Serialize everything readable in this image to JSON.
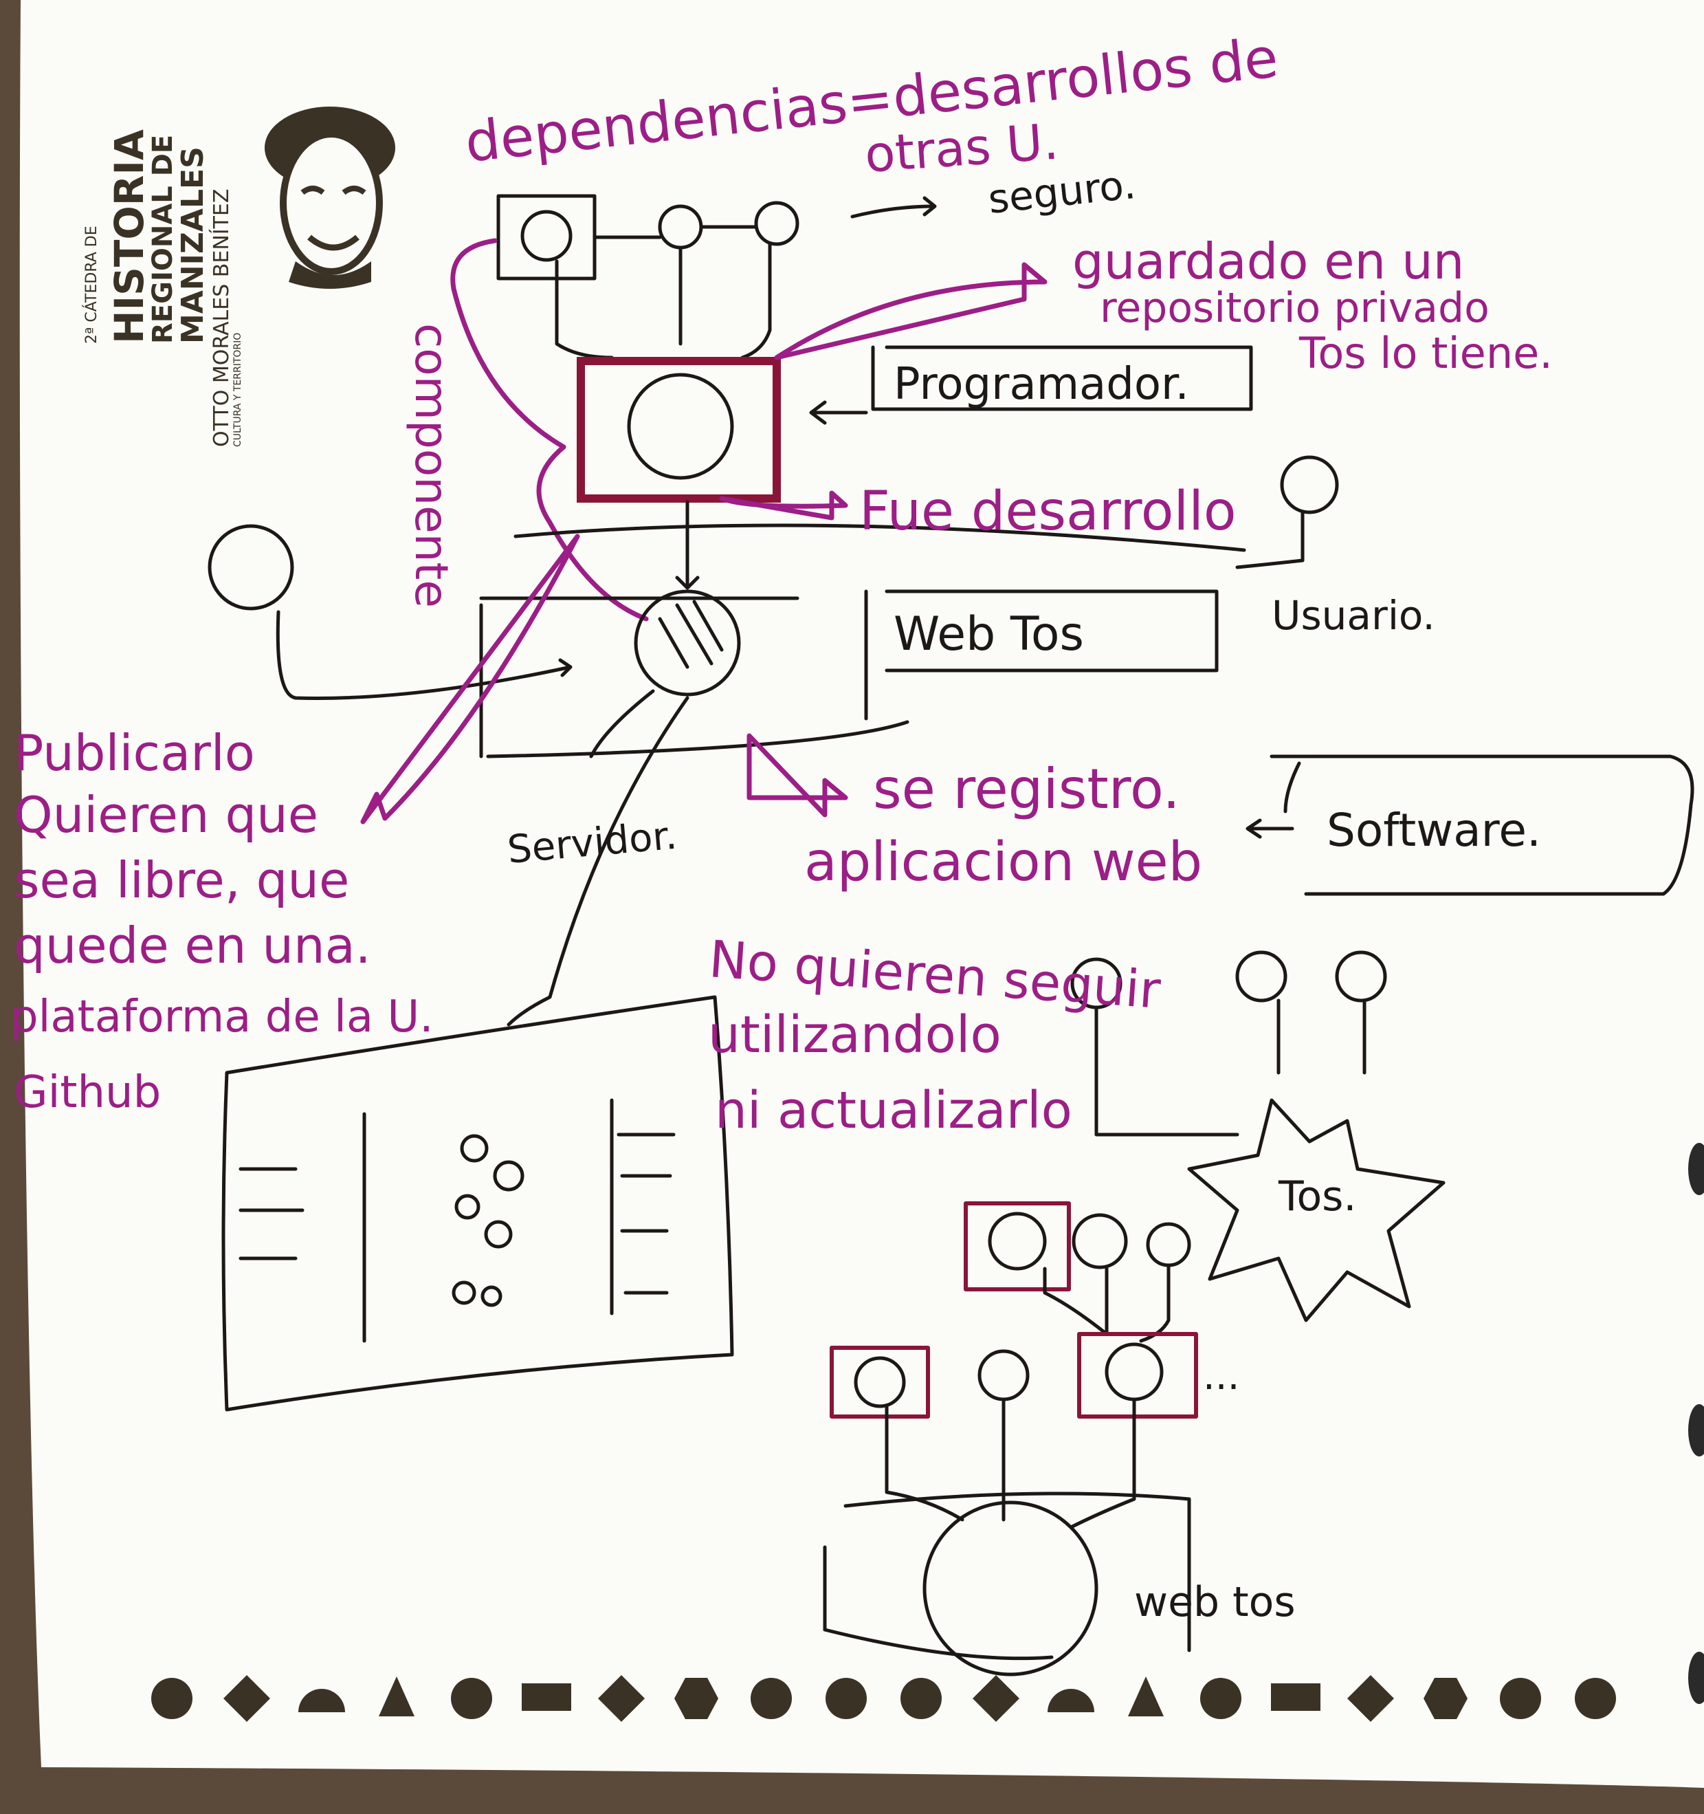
{
  "logo": {
    "chair": "2ª CÁTEDRA DE",
    "historia": "HISTORIA",
    "regional": "REGIONAL DE",
    "manizales": "MANIZALES",
    "author": "OTTO MORALES BENÍTEZ",
    "tagline": "CULTURA Y TERRITORIO"
  },
  "notes": {
    "dependencias_1": "dependencias=desarrollos de",
    "dependencias_2": "otras U.",
    "seguro": "seguro.",
    "guardado_1": "guardado en un",
    "guardado_2": "repositorio privado",
    "tos_lo_tiene": "Tos lo tiene.",
    "programador": "Programador.",
    "fue_desarrollo": "Fue desarrollo",
    "componente": "componente",
    "usuario": "Usuario.",
    "web_tos": "Web Tos",
    "publicarlo_1": "Publicarlo",
    "publicarlo_2": "Quieren que",
    "publicarlo_3": "sea libre, que",
    "publicarlo_4": "quede en una.",
    "publicarlo_5": "plataforma de la U.",
    "publicarlo_6": "Github",
    "servidor": "Servidor.",
    "se_registro_1": "se registro.",
    "se_registro_2": "aplicacion web",
    "software": "Software.",
    "no_quieren_1": "No quieren seguir",
    "no_quieren_2": "utilizandolo",
    "no_quieren_3": "ni actualizarlo",
    "tos_star": "Tos.",
    "dots": "...",
    "web_tos_bottom": "web tos"
  },
  "colors": {
    "paper": "#fbfbf8",
    "magenta_ink": "#9c1e86",
    "black_ink": "#1c1816",
    "red_ink": "#8a1538",
    "logo": "#3a3224"
  }
}
